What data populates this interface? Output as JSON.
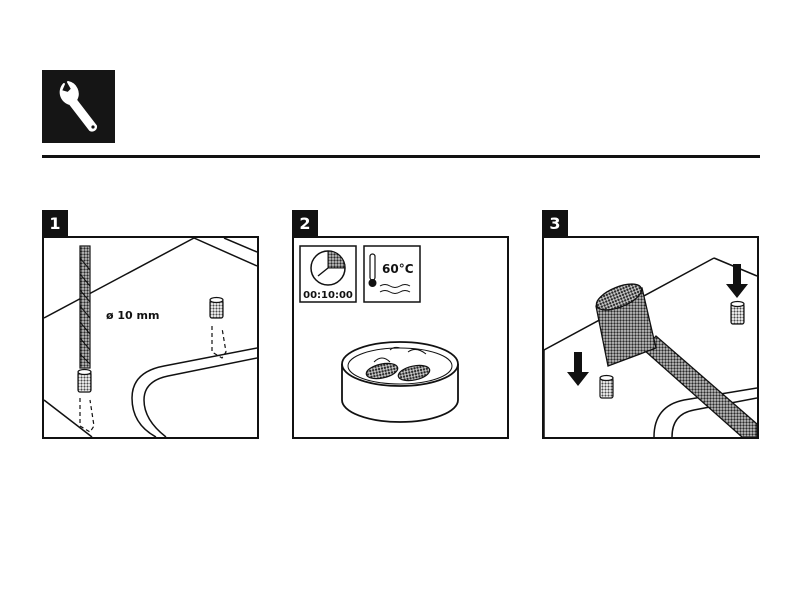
{
  "header": {
    "icon": "wrench-icon"
  },
  "steps": [
    {
      "number": "1",
      "diameter_label": "ø 10 mm",
      "icons": [
        "drill-bit-icon",
        "wall-plug-icon",
        "panel-outline-icon"
      ]
    },
    {
      "number": "2",
      "timer_label": "00:10:00",
      "temperature_label": "60°C",
      "icons": [
        "stopwatch-icon",
        "thermometer-water-icon",
        "water-bowl-icon",
        "wall-plug-icon"
      ]
    },
    {
      "number": "3",
      "icons": [
        "mallet-icon",
        "down-arrow-icon",
        "wall-plug-icon",
        "panel-outline-icon"
      ]
    }
  ],
  "colors": {
    "ink": "#111111",
    "dot_fill": "#8a8a8a",
    "background": "#ffffff"
  }
}
